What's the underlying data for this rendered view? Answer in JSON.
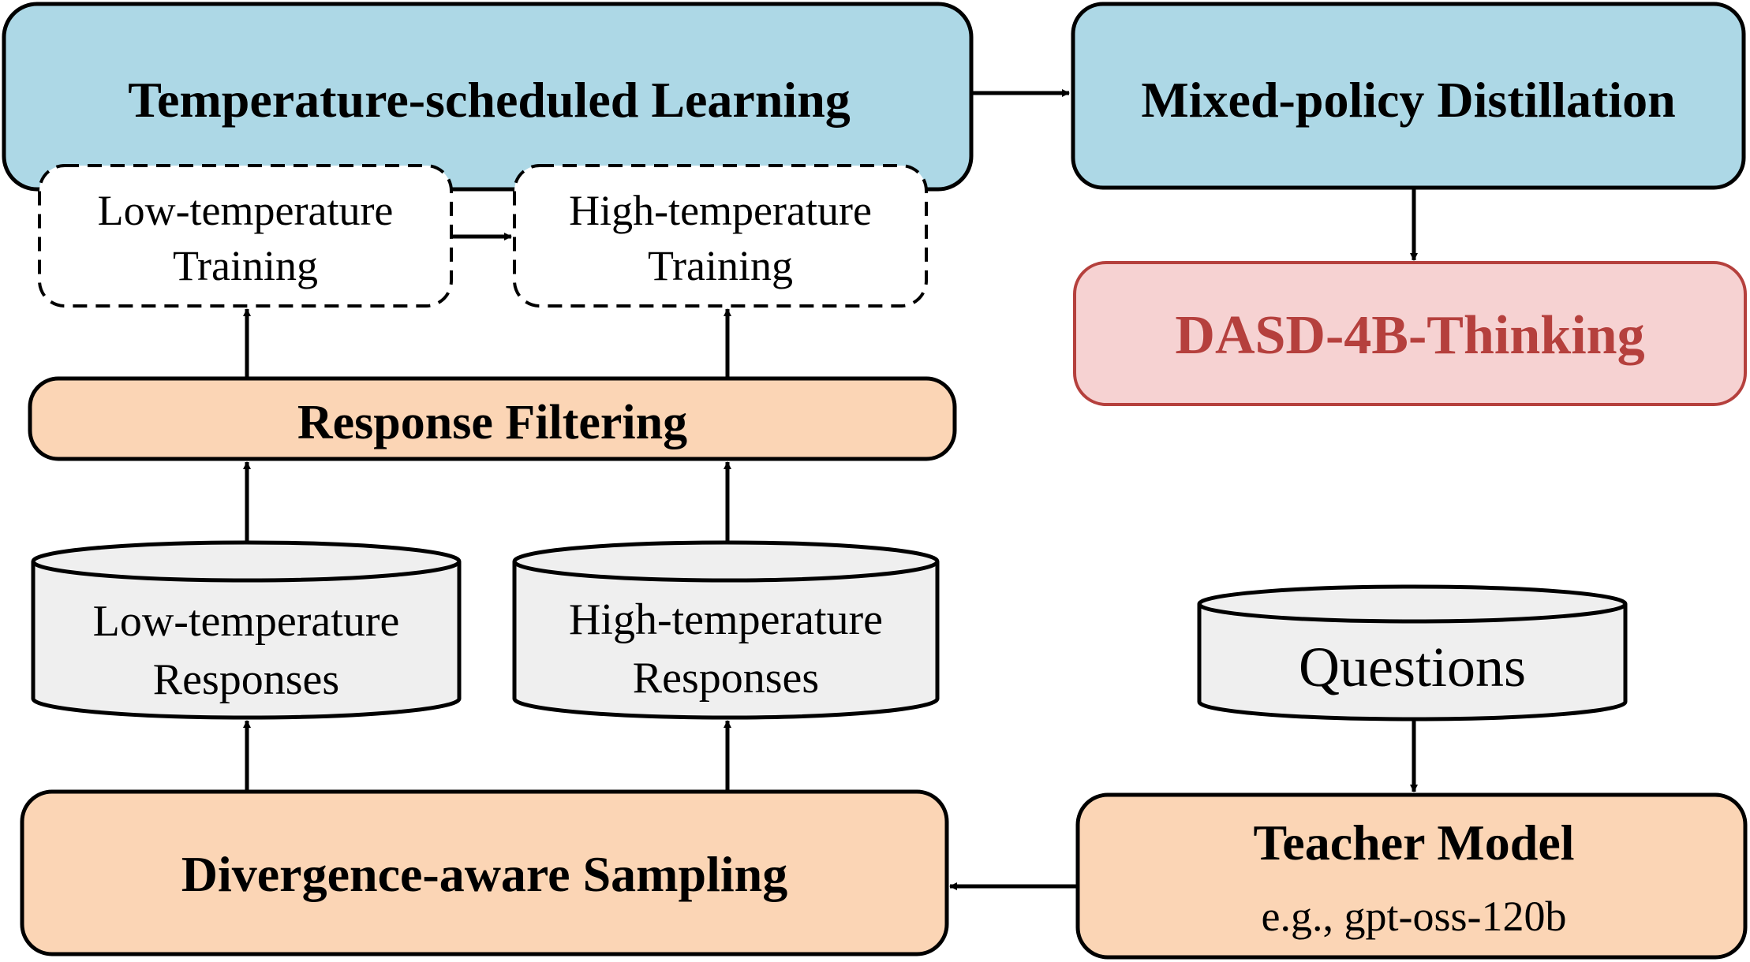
{
  "nodes": {
    "temperature_learning": {
      "label": "Temperature-scheduled Learning"
    },
    "mixed_policy": {
      "label": "Mixed-policy Distillation"
    },
    "low_temp_training": {
      "line1": "Low-temperature",
      "line2": "Training"
    },
    "high_temp_training": {
      "line1": "High-temperature",
      "line2": "Training"
    },
    "dasd_model": {
      "label": "DASD-4B-Thinking"
    },
    "response_filtering": {
      "label": "Response Filtering"
    },
    "low_temp_responses": {
      "line1": "Low-temperature",
      "line2": "Responses"
    },
    "high_temp_responses": {
      "line1": "High-temperature",
      "line2": "Responses"
    },
    "questions": {
      "label": "Questions"
    },
    "divergence_sampling": {
      "label": "Divergence-aware Sampling"
    },
    "teacher_model": {
      "label": "Teacher Model",
      "example": "e.g., gpt-oss-120b"
    }
  },
  "colors": {
    "blue_fill": "#add8e6",
    "orange_fill": "#fbd5b5",
    "red_fill": "#f6d2d2",
    "red_text": "#b5403d",
    "red_stroke": "#b5403d",
    "cylinder_fill": "#efefef",
    "stroke": "#000000"
  }
}
